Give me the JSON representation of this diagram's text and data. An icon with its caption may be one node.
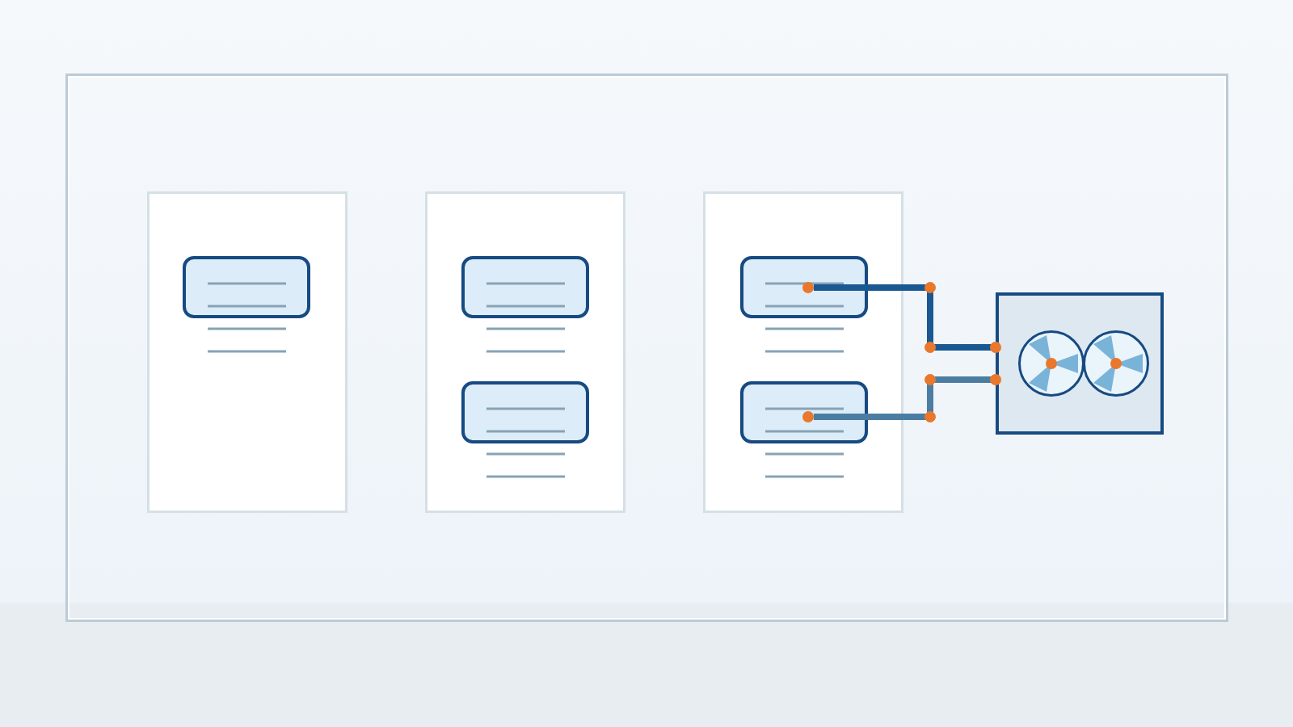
{
  "diagram": {
    "nodes": [
      {
        "text": [],
        "shape": "box"
      },
      {
        "text": [],
        "shape": "box",
        "in": 0
      },
      {
        "text": [],
        "shape": "box",
        "in": 1
      },
      {
        "text": [],
        "shape": "box",
        "in": 0
      },
      {
        "text": [],
        "shape": "box",
        "in": 3
      },
      {
        "text": [],
        "shape": "box",
        "in": 3
      },
      {
        "text": [],
        "shape": "box",
        "in": 0
      },
      {
        "text": [],
        "shape": "box",
        "in": 6
      },
      {
        "text": [],
        "shape": "circle",
        "in": 7
      },
      {
        "text": [],
        "shape": "box",
        "in": 6
      },
      {
        "text": [],
        "shape": "circle",
        "in": 9
      },
      {
        "text": [],
        "shape": "box",
        "in": 0
      }
    ],
    "edges": [
      {
        "from": 8,
        "to": 11,
        "arrow": "other"
      },
      {
        "from": 10,
        "to": 11,
        "arrow": "other",
        "color": "#4b7da3"
      }
    ]
  }
}
